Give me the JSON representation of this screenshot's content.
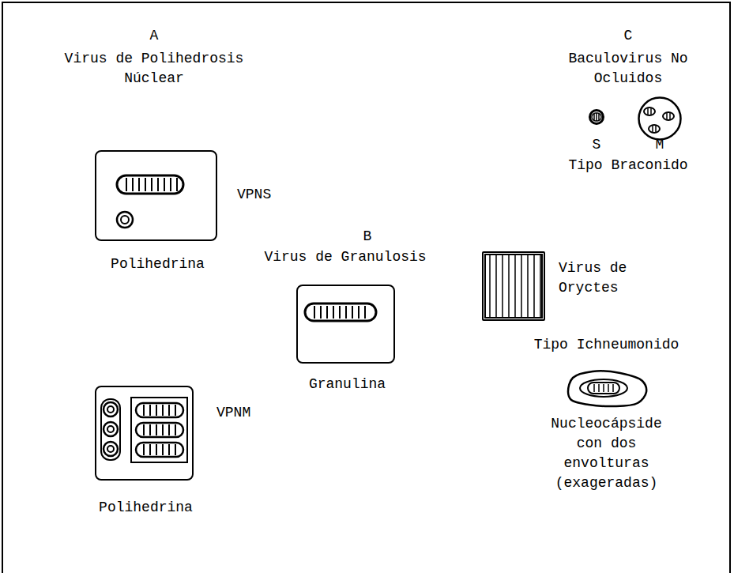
{
  "diagram": {
    "nodes": [
      {
        "text": [
          "VPNS",
          "Polihedrina"
        ]
      },
      {
        "text": [
          "Granulina"
        ]
      },
      {
        "text": [
          "Virus de Oryctes"
        ]
      },
      {
        "text": [
          "Tipo Ichneumonido",
          "Nucleocápside con dos envolturas (exageradas)"
        ]
      },
      {
        "text": [
          "VPNM",
          "Polihedrina"
        ]
      },
      {
        "text": [
          "S"
        ]
      },
      {
        "text": [
          "M"
        ]
      }
    ],
    "labels": [
      "A",
      "Virus de Polihedrosis Núclear",
      "B",
      "Virus de Granulosis",
      "C",
      "Baculovirus No Ocluidos",
      "Tipo Braconido"
    ]
  }
}
